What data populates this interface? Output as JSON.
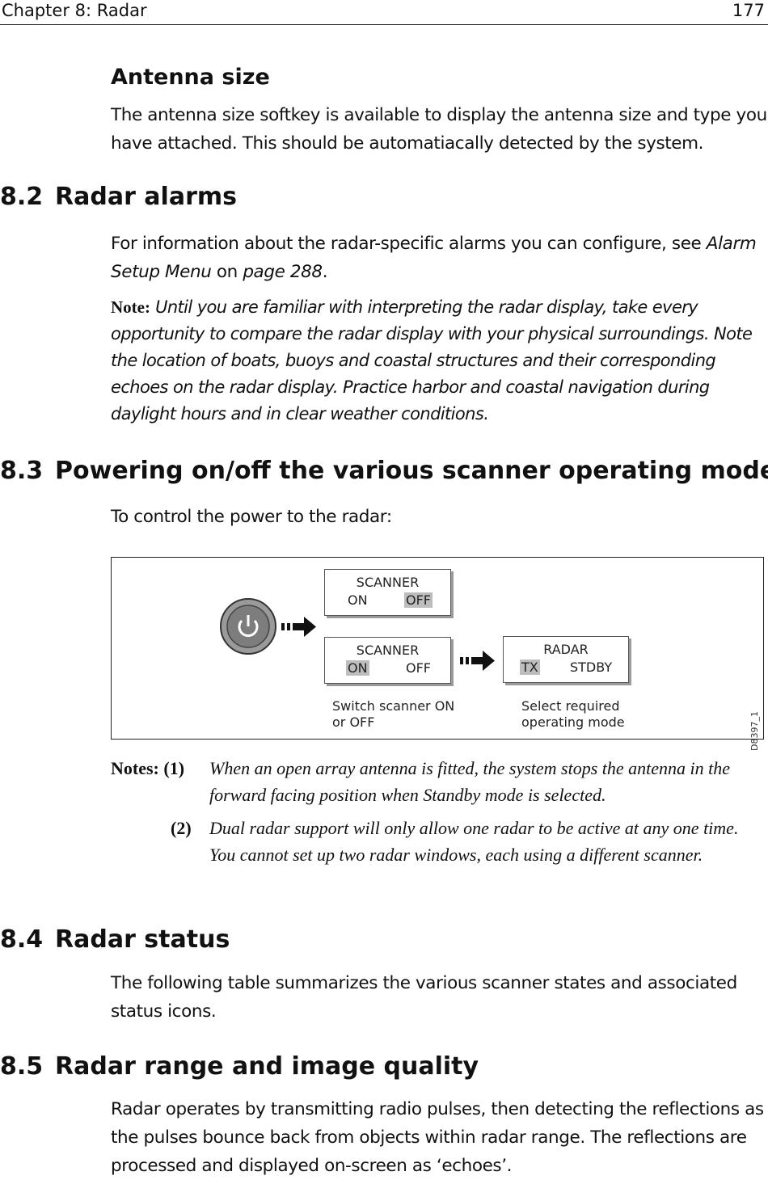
{
  "header": {
    "chapter": "Chapter 8: Radar",
    "page_number": "177"
  },
  "antenna": {
    "heading": "Antenna size",
    "body": "The antenna size softkey is available to display the antenna size and type you have attached. This should be automatiacally detected by the system."
  },
  "s82": {
    "num": "8.2",
    "title": "Radar alarms",
    "body_pre": "For information about the radar-specific alarms you can configure, see ",
    "link1": "Alarm Setup Menu",
    "body_mid": " on ",
    "link2": "page 288",
    "body_post": ".",
    "note_label": "Note:",
    "note_text": "Until you are familiar with interpreting the radar display, take every opportunity to compare the radar display with your physical surroundings. Note the location of boats, buoys and coastal structures and their corresponding echoes on the radar display. Practice harbor and coastal navigation during daylight hours and in clear weather conditions."
  },
  "s83": {
    "num": "8.3",
    "title": "Powering on/off the various scanner operating modes",
    "body": "To control the power to the radar:",
    "figure": {
      "sk1": {
        "title": "SCANNER",
        "a": "ON",
        "b": "OFF"
      },
      "sk2": {
        "title": "SCANNER",
        "a": "ON",
        "b": "OFF"
      },
      "sk3": {
        "title": "RADAR",
        "a": "TX",
        "b": "STDBY"
      },
      "cap1_l1": "Switch scanner ON",
      "cap1_l2": "or OFF",
      "cap2_l1": "Select required",
      "cap2_l2": "operating mode",
      "code": "D8397_1",
      "icons": [
        "power-button-icon",
        "arrow-right-icon"
      ],
      "highlight_color": "#bdbdbd"
    },
    "notes_label": "Notes:",
    "note1_num": "(1)",
    "note1": "When an open array antenna is fitted, the system stops the antenna in the forward facing position when Standby mode is selected.",
    "note2_num": "(2)",
    "note2": "Dual radar support will only allow one radar to be active at any one time. You cannot set up two radar windows, each using a different scanner."
  },
  "s84": {
    "num": "8.4",
    "title": "Radar status",
    "body": "The following table summarizes the various scanner states and associated status icons."
  },
  "s85": {
    "num": "8.5",
    "title": "Radar range and image quality",
    "body": "Radar operates by transmitting radio pulses, then detecting the reflections as the pulses bounce back from objects within radar range. The reflections are processed and displayed on-screen as ‘echoes’."
  }
}
